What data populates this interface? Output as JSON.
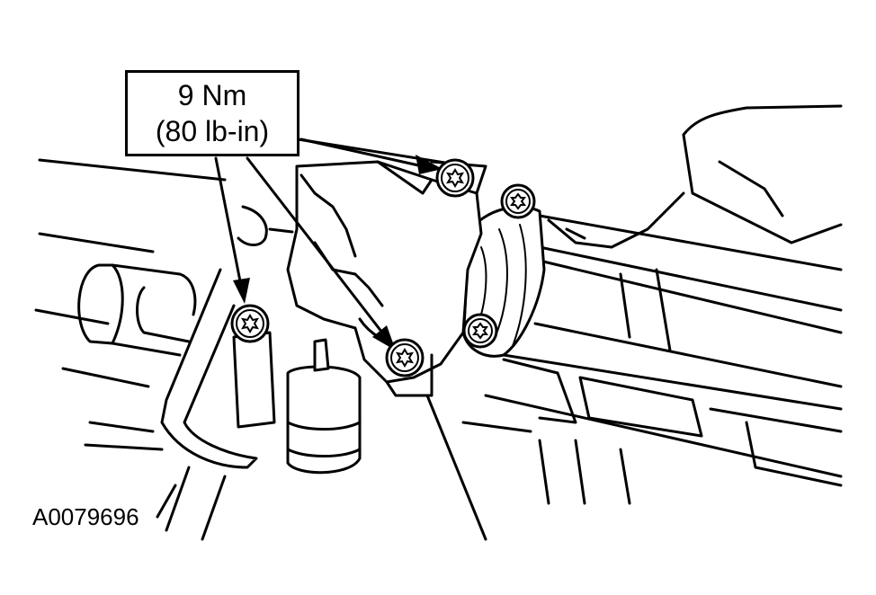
{
  "callout": {
    "torque_nm": "9 Nm",
    "torque_lbin": "(80 lb-in)"
  },
  "figure_id": "A0079696",
  "icons": [
    "torx-bolt-icon",
    "arrow-icon"
  ]
}
